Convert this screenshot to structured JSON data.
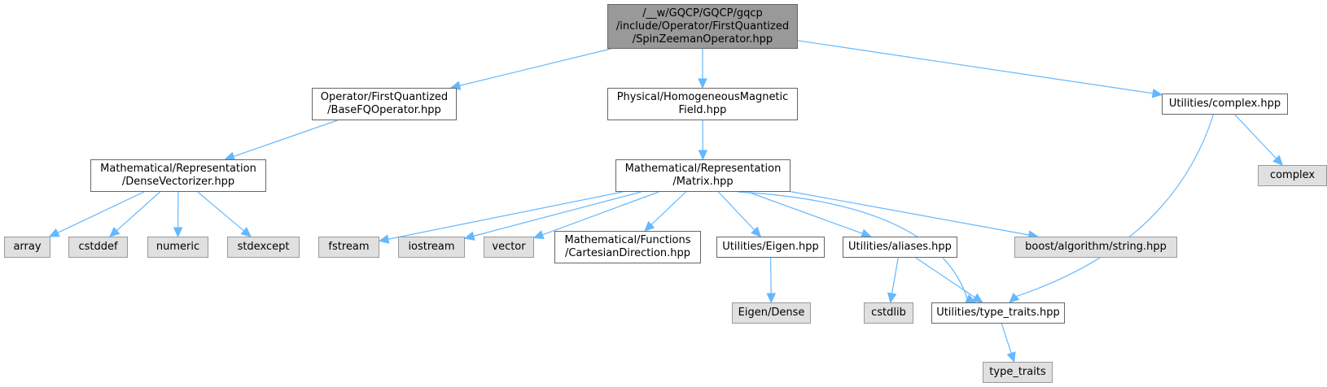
{
  "diagram": {
    "title": "Include dependency graph for SpinZeemanOperator.hpp",
    "colors": {
      "edge": "#63b8ff",
      "root_fill": "#999999",
      "system_fill": "#e0e0e0",
      "file_fill": "#ffffff",
      "border": "#666666"
    },
    "nodes": [
      {
        "id": "root",
        "kind": "root",
        "label": "/__w/GQCP/GQCP/gqcp\n/include/Operator/FirstQuantized\n/SpinZeemanOperator.hpp"
      },
      {
        "id": "basefq",
        "kind": "file",
        "label": "Operator/FirstQuantized\n/BaseFQOperator.hpp"
      },
      {
        "id": "hmf",
        "kind": "file",
        "label": "Physical/HomogeneousMagnetic\nField.hpp"
      },
      {
        "id": "complexhpp",
        "kind": "file",
        "label": "Utilities/complex.hpp"
      },
      {
        "id": "densevec",
        "kind": "file",
        "label": "Mathematical/Representation\n/DenseVectorizer.hpp"
      },
      {
        "id": "matrix",
        "kind": "file",
        "label": "Mathematical/Representation\n/Matrix.hpp"
      },
      {
        "id": "complex",
        "kind": "system",
        "label": "complex"
      },
      {
        "id": "array",
        "kind": "system",
        "label": "array"
      },
      {
        "id": "cstddef",
        "kind": "system",
        "label": "cstddef"
      },
      {
        "id": "numeric",
        "kind": "system",
        "label": "numeric"
      },
      {
        "id": "stdexcept",
        "kind": "system",
        "label": "stdexcept"
      },
      {
        "id": "fstream",
        "kind": "system",
        "label": "fstream"
      },
      {
        "id": "iostream",
        "kind": "system",
        "label": "iostream"
      },
      {
        "id": "vector",
        "kind": "system",
        "label": "vector"
      },
      {
        "id": "cartdir",
        "kind": "file",
        "label": "Mathematical/Functions\n/CartesianDirection.hpp"
      },
      {
        "id": "eigenhpp",
        "kind": "file",
        "label": "Utilities/Eigen.hpp"
      },
      {
        "id": "aliases",
        "kind": "file",
        "label": "Utilities/aliases.hpp"
      },
      {
        "id": "boost",
        "kind": "system",
        "label": "boost/algorithm/string.hpp"
      },
      {
        "id": "eigendense",
        "kind": "system",
        "label": "Eigen/Dense"
      },
      {
        "id": "cstdlib",
        "kind": "system",
        "label": "cstdlib"
      },
      {
        "id": "typetraitshpp",
        "kind": "file",
        "label": "Utilities/type_traits.hpp"
      },
      {
        "id": "typetraits",
        "kind": "system",
        "label": "type_traits"
      }
    ],
    "edges": [
      [
        "root",
        "basefq"
      ],
      [
        "root",
        "hmf"
      ],
      [
        "root",
        "complexhpp"
      ],
      [
        "basefq",
        "densevec"
      ],
      [
        "densevec",
        "array"
      ],
      [
        "densevec",
        "cstddef"
      ],
      [
        "densevec",
        "numeric"
      ],
      [
        "densevec",
        "stdexcept"
      ],
      [
        "hmf",
        "matrix"
      ],
      [
        "matrix",
        "fstream"
      ],
      [
        "matrix",
        "iostream"
      ],
      [
        "matrix",
        "vector"
      ],
      [
        "matrix",
        "cartdir"
      ],
      [
        "matrix",
        "eigenhpp"
      ],
      [
        "matrix",
        "aliases"
      ],
      [
        "matrix",
        "typetraitshpp"
      ],
      [
        "matrix",
        "boost"
      ],
      [
        "complexhpp",
        "complex"
      ],
      [
        "complexhpp",
        "typetraitshpp"
      ],
      [
        "eigenhpp",
        "eigendense"
      ],
      [
        "aliases",
        "cstdlib"
      ],
      [
        "aliases",
        "typetraitshpp"
      ],
      [
        "typetraitshpp",
        "typetraits"
      ]
    ]
  }
}
